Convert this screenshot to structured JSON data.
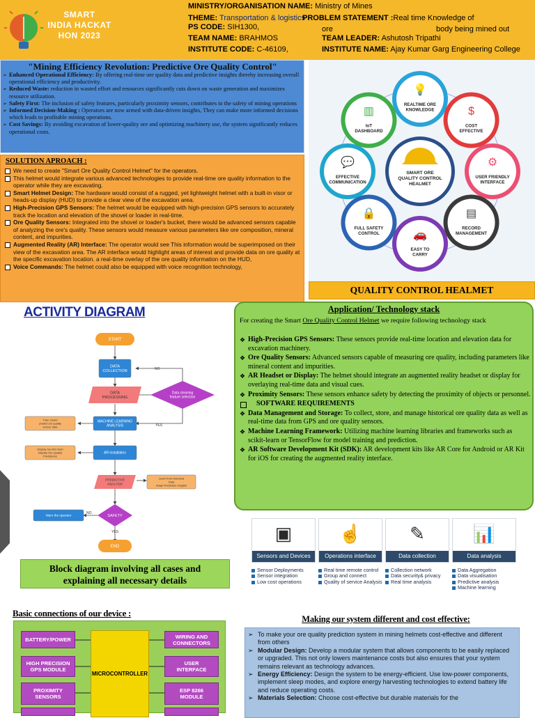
{
  "header": {
    "logo_text": "SMART\nINDIA HACKAT\nHON 2023",
    "ministry_label": "MINISTRY/ORGANISATION NAME:",
    "ministry": "Ministry of Mines",
    "theme_label": "THEME:",
    "theme": "Transportation & logistics",
    "problem_label": "PROBLEM STATEMENT :",
    "problem_1": "Real time Knowledge of",
    "problem_2a": "ore",
    "problem_2b": "body being mined out",
    "ps_label": "PS CODE:",
    "ps": "SIH1300,",
    "team_label": "TEAM NAME:",
    "team": "BRAHMOS",
    "leader_label": "TEAM LEADER:",
    "leader": "Ashutosh Tripathi",
    "inst_code_label": "INSTITUTE CODE:",
    "inst_code": "C-46109,",
    "inst_label": "INSTITUTE NAME:",
    "inst": "Ajay Kumar Garg Engineering College"
  },
  "mining": {
    "title": "\"Mining Efficiency Revolution: Predictive Ore Quality Control\"",
    "items": [
      "Enhanced Operational Efficiency: By offering real-time ore quality data and predictive insights thereby increasing overall operational efficiency and productivity.",
      "Reduced Waste: reduction in wasted effort and resources significantly cuts down on waste generation and maximizes resource utilization.",
      "Safety First: The inclusion of safety features, particularly proximity sensors, contributes to the safety of mining operations",
      "Informed Decision-Making : Operators are now armed with data-driven insights, They can make more informed decisions which leads to profitable mining operations.",
      "Cost Savings: By avoiding excavation of lower-quality ore and optimizing machinery use, the system significantly reduces operational costs."
    ]
  },
  "solution": {
    "title": "SOLUTION APROACH :",
    "items": [
      "We need to create \"Smart Ore Quality Control Helmet\" for the operators.",
      "This helmet would integrate various advanced technologies to provide real-time ore quality information to the operator while they are excavating.",
      "Smart Helmet Design: The hardware would consist of a rugged, yet lightweight helmet with a built-in visor or heads-up display (HUD) to provide a clear view of the excavation area.",
      "High-Precision GPS Sensors: The helmet would be equipped with high-precision GPS sensors to accurately track the location and elevation of the shovel or loader in real-time.",
      "Ore Quality Sensors: Integrated into the shovel or loader's bucket, there would be advanced sensors capable of analyzing the ore's quality. These sensors would measure various parameters like ore composition, mineral content, and impurities.",
      "Augmented Reality (AR) Interface: The operator would see This information would be superimposed on their view of the excavation area. The AR interface would highlight areas of interest and provide data on ore quality at the specific excavation location. a real-time overlay of the ore quality information on the HUD,",
      "Voice Commands: The helmet could also be equipped with voice recognition technology,"
    ]
  },
  "wheel": {
    "center": "SMART ORE\nQUALITY CONTROL\nHEALMET",
    "nodes": [
      "REALTIME ORE\nKNOWLEDGE",
      "COST\nEFFECTIVE",
      "USER FRIENDLY\nINTERFACE",
      "RECORD\nMANAGEMENT",
      "EASY TO\nCARRY",
      "FULL SAFETY\nCONTROL",
      "EFFECTIVE\nCOMMUNICATION",
      "IoT\nDASHBOARD"
    ]
  },
  "quality_helmet": "QUALITY CONTROL HEALMET",
  "activity": {
    "title": "ACTIVITY DIAGRAM",
    "start": "START",
    "data_collection": "DATA\nCOLLECTION",
    "data_processing": "DATA\nPROCESSING",
    "data_cleaning": "Data cleaning\nfeature selection",
    "ml": "MACHINE LEARNING\nANALYSIS",
    "train": "Train model\npredict ore quality\nsensor data",
    "display": "Display tus inbo feeb\nDisplay Ore Quality\nPredictions",
    "ar": "AR installation",
    "predictive": "PREDICTIVE\nANALYSIS",
    "learn": "Learn from historical\nData\nAdapt Prediction Insights",
    "warn": "Warn the operator",
    "safety": "SAFETY",
    "end": "END",
    "no": "NO",
    "yes": "YES"
  },
  "block_caption": "Block diagram involving all cases and\nexplaining all necessary details",
  "app": {
    "title": "Application/ Technology stack",
    "intro_a": "For creating the Smart ",
    "intro_b": "Ore Quality Control Helmet",
    "intro_c": " we require following technology stack",
    "items": [
      {
        "b": "High-Precision GPS Sensors:",
        "t": " These sensors provide real-time location and elevation data for excavation machinery."
      },
      {
        "b": "Ore Quality Sensors:",
        "t": " Advanced sensors capable of measuring ore quality, including parameters like mineral content and impurities."
      },
      {
        "b": "AR Headset or Display:",
        "t": " The helmet should integrate an augmented reality headset or display for overlaying real-time data and visual cues."
      },
      {
        "b": "Proximity Sensors:",
        "t": " These sensors enhance safety by detecting the proximity of objects or personnel."
      }
    ],
    "software_head": "SOFTWARE REQUIREMENTS",
    "sw": [
      {
        "b": "Data Management and Storage:",
        "t": " To collect, store, and manage historical ore quality data as well as real-time data from GPS and ore quality sensors."
      },
      {
        "b": "Machine Learning Framework:",
        "t": " Utilizing machine learning libraries and frameworks such as scikit-learn or TensorFlow for model training and prediction."
      },
      {
        "b": "AR Software Development Kit (SDK):",
        "t": " AR development kits like AR Core for Android or AR Kit for iOS for creating the augmented reality interface."
      }
    ]
  },
  "tiles": [
    {
      "label": "Sensors and Devices",
      "icon": "chip-icon",
      "items": [
        "Sensor Deployments",
        "Sensor integration",
        "Low cost operations"
      ]
    },
    {
      "label": "Operations interface",
      "icon": "touch-icon",
      "items": [
        "Real time remote control",
        "Group and connect",
        "Quality of service Analysis"
      ]
    },
    {
      "label": "Data collection",
      "icon": "edit-icon",
      "items": [
        "Collection network",
        "Data security& privacy",
        "Real time analysis"
      ]
    },
    {
      "label": "Data analysis",
      "icon": "analytics-icon",
      "items": [
        "Data Aggregation",
        "Data visualisation",
        "Predictive analysis",
        "Machine learning"
      ]
    }
  ],
  "basic": {
    "title": "Basic connections of our device :",
    "mcu": "MICROCONTROLLER",
    "left": [
      "BATTERY/POWER",
      "HIGH PRECISION\nGPS MODULE",
      "PROXIMITY\nSENSORS"
    ],
    "right": [
      "WIRING AND\nCONNECTORS",
      "USER\nINTERFACE",
      "ESP 8266\nMODULE"
    ]
  },
  "diff": {
    "title": "Making our system different and cost effective:",
    "items": [
      "To make your ore quality prediction system in mining helmets cost-effective and different from others",
      "Modular Design: Develop a modular system that allows components to be easily replaced or upgraded. This not only lowers maintenance costs but also ensures that your system remains relevant as technology advances.",
      "Energy Efficiency: Design the system to be energy-efficient. Use low-power components, implement sleep modes, and explore energy harvesting technologies to extend battery life and reduce operating costs.",
      "Materials Selection: Choose cost-effective but durable materials for the"
    ]
  },
  "colors": {
    "header": "#f5b82a",
    "blue": "#4d8ad3",
    "orange": "#f6a53e",
    "green": "#93d35b",
    "purple": "#b24bc0",
    "yellow": "#f3d600"
  }
}
